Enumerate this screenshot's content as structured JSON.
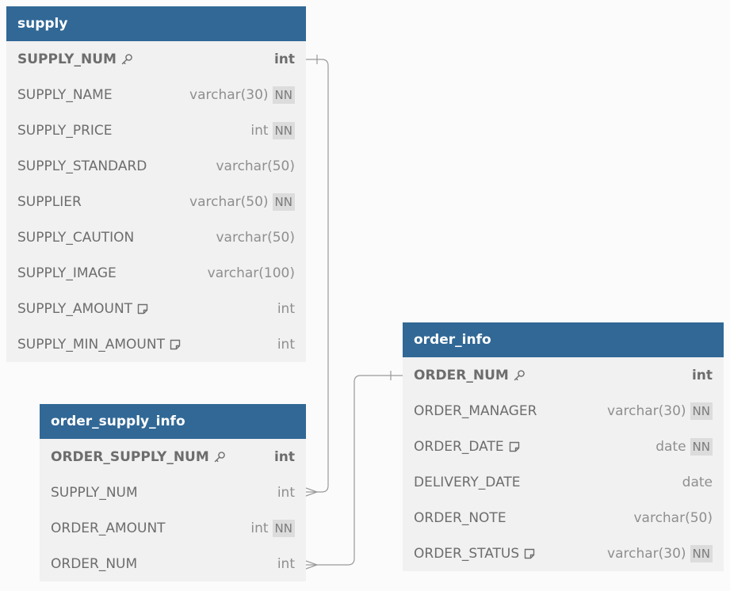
{
  "tables": {
    "supply": {
      "name": "supply",
      "columns": [
        {
          "name": "SUPPLY_NUM",
          "type": "int",
          "pk": true,
          "nn": false,
          "note": false
        },
        {
          "name": "SUPPLY_NAME",
          "type": "varchar(30)",
          "pk": false,
          "nn": true,
          "note": false
        },
        {
          "name": "SUPPLY_PRICE",
          "type": "int",
          "pk": false,
          "nn": true,
          "note": false
        },
        {
          "name": "SUPPLY_STANDARD",
          "type": "varchar(50)",
          "pk": false,
          "nn": false,
          "note": false
        },
        {
          "name": "SUPPLIER",
          "type": "varchar(50)",
          "pk": false,
          "nn": true,
          "note": false
        },
        {
          "name": "SUPPLY_CAUTION",
          "type": "varchar(50)",
          "pk": false,
          "nn": false,
          "note": false
        },
        {
          "name": "SUPPLY_IMAGE",
          "type": "varchar(100)",
          "pk": false,
          "nn": false,
          "note": false
        },
        {
          "name": "SUPPLY_AMOUNT",
          "type": "int",
          "pk": false,
          "nn": false,
          "note": true
        },
        {
          "name": "SUPPLY_MIN_AMOUNT",
          "type": "int",
          "pk": false,
          "nn": false,
          "note": true
        }
      ]
    },
    "order_supply_info": {
      "name": "order_supply_info",
      "columns": [
        {
          "name": "ORDER_SUPPLY_NUM",
          "type": "int",
          "pk": true,
          "nn": false,
          "note": false
        },
        {
          "name": "SUPPLY_NUM",
          "type": "int",
          "pk": false,
          "nn": false,
          "note": false
        },
        {
          "name": "ORDER_AMOUNT",
          "type": "int",
          "pk": false,
          "nn": true,
          "note": false
        },
        {
          "name": "ORDER_NUM",
          "type": "int",
          "pk": false,
          "nn": false,
          "note": false
        }
      ]
    },
    "order_info": {
      "name": "order_info",
      "columns": [
        {
          "name": "ORDER_NUM",
          "type": "int",
          "pk": true,
          "nn": false,
          "note": false
        },
        {
          "name": "ORDER_MANAGER",
          "type": "varchar(30)",
          "pk": false,
          "nn": true,
          "note": false
        },
        {
          "name": "ORDER_DATE",
          "type": "date",
          "pk": false,
          "nn": true,
          "note": true
        },
        {
          "name": "DELIVERY_DATE",
          "type": "date",
          "pk": false,
          "nn": false,
          "note": false
        },
        {
          "name": "ORDER_NOTE",
          "type": "varchar(50)",
          "pk": false,
          "nn": false,
          "note": false
        },
        {
          "name": "ORDER_STATUS",
          "type": "varchar(30)",
          "pk": false,
          "nn": true,
          "note": true
        }
      ]
    }
  },
  "nn_label": "NN",
  "relations": [
    {
      "from_table": "order_supply_info",
      "from_column": "SUPPLY_NUM",
      "to_table": "supply",
      "to_column": "SUPPLY_NUM",
      "cardinality": "many-to-one"
    },
    {
      "from_table": "order_supply_info",
      "from_column": "ORDER_NUM",
      "to_table": "order_info",
      "to_column": "ORDER_NUM",
      "cardinality": "many-to-one"
    }
  ],
  "colors": {
    "header": "#316896",
    "body": "#f1f1f1",
    "link": "#9a9a9a"
  }
}
